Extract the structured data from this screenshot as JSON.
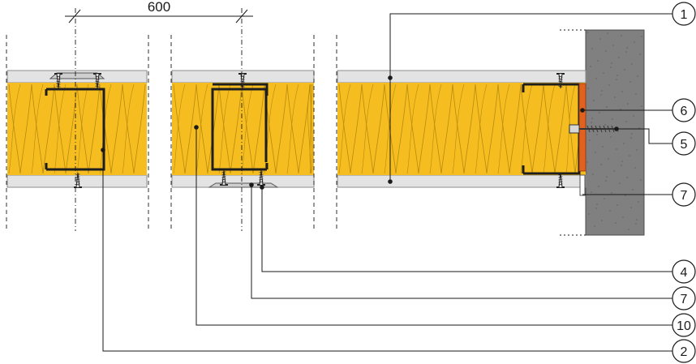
{
  "dimension": {
    "label": "600"
  },
  "callouts": [
    {
      "id": "c1",
      "label": "1"
    },
    {
      "id": "c6",
      "label": "6"
    },
    {
      "id": "c5",
      "label": "5"
    },
    {
      "id": "c7a",
      "label": "7"
    },
    {
      "id": "c4",
      "label": "4"
    },
    {
      "id": "c7b",
      "label": "7"
    },
    {
      "id": "c10",
      "label": "10"
    },
    {
      "id": "c2",
      "label": "2"
    }
  ],
  "colors": {
    "insulation": "#f5bd1f",
    "insulation_stroke": "#b78a12",
    "board": "#e3e3e3",
    "board_stroke": "#8c8c8c",
    "stud": "#1e1e1e",
    "concrete": "#808080",
    "seal": "#e0621e",
    "line": "#1a1a1a"
  }
}
